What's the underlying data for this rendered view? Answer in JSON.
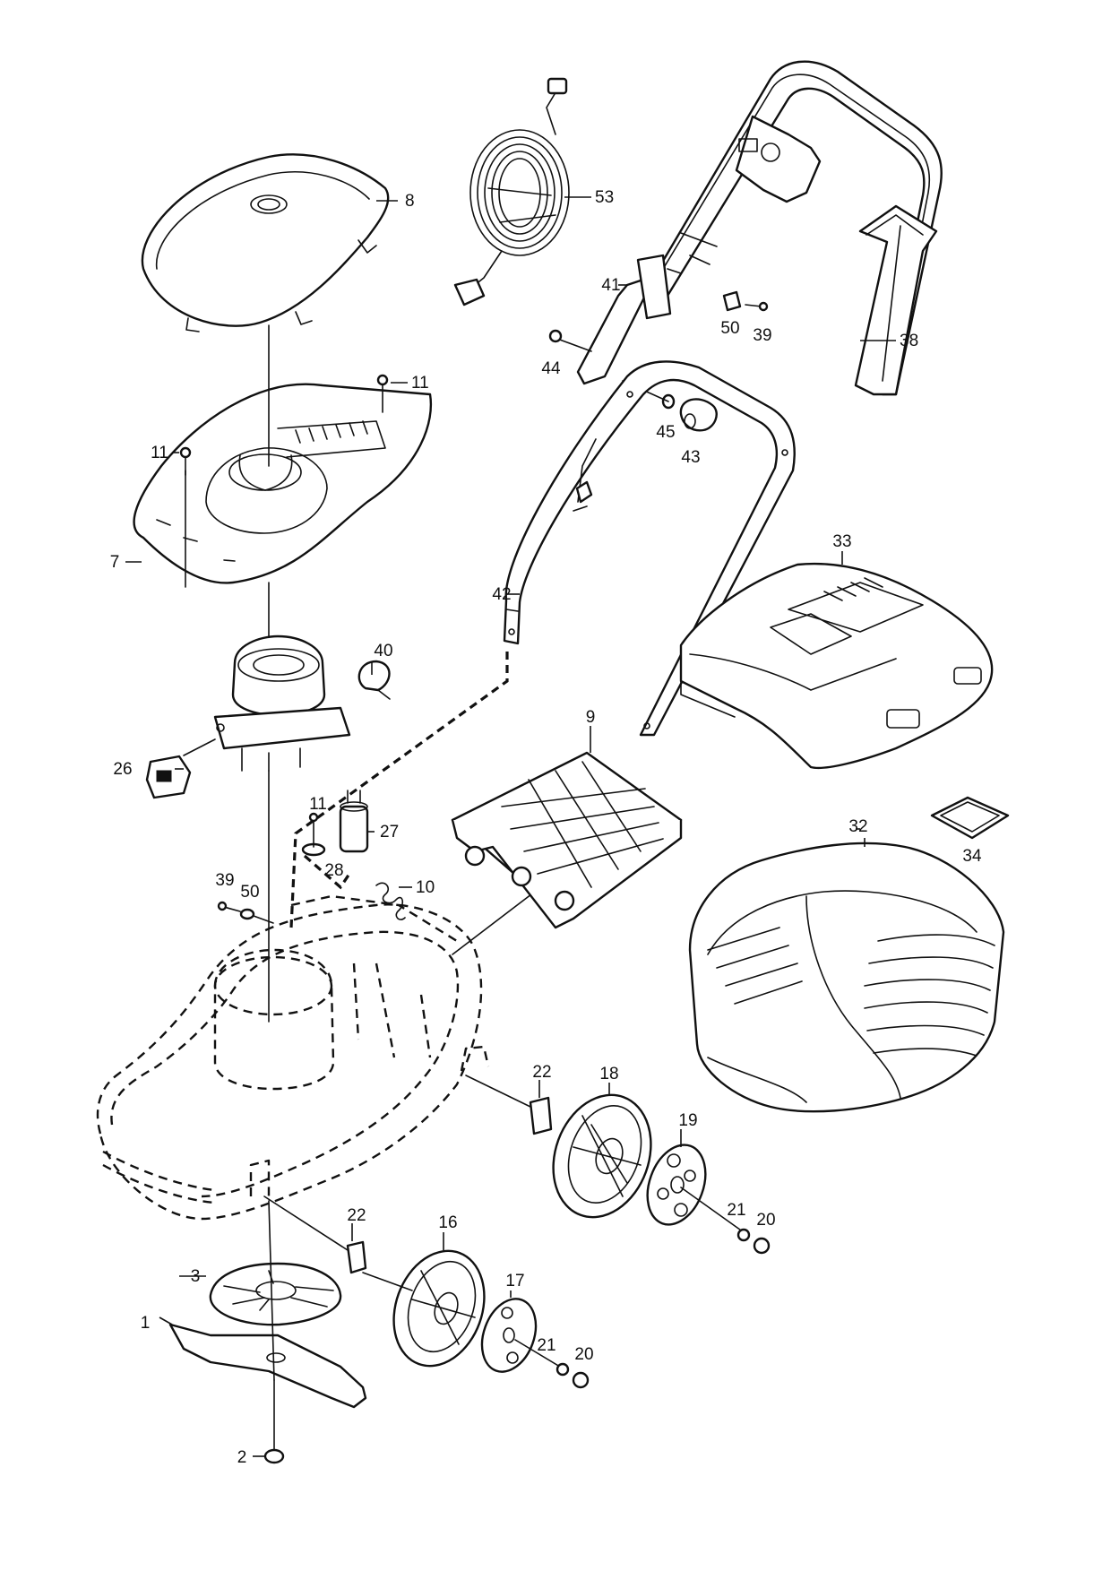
{
  "parts": [
    {
      "num": "1"
    },
    {
      "num": "2"
    },
    {
      "num": "3"
    },
    {
      "num": "7"
    },
    {
      "num": "8"
    },
    {
      "num": "9"
    },
    {
      "num": "10"
    },
    {
      "num": "11"
    },
    {
      "num": "11"
    },
    {
      "num": "11"
    },
    {
      "num": "16"
    },
    {
      "num": "17"
    },
    {
      "num": "18"
    },
    {
      "num": "19"
    },
    {
      "num": "20"
    },
    {
      "num": "20"
    },
    {
      "num": "21"
    },
    {
      "num": "21"
    },
    {
      "num": "22"
    },
    {
      "num": "22"
    },
    {
      "num": "26"
    },
    {
      "num": "27"
    },
    {
      "num": "28"
    },
    {
      "num": "32"
    },
    {
      "num": "33"
    },
    {
      "num": "34"
    },
    {
      "num": "38"
    },
    {
      "num": "39"
    },
    {
      "num": "39"
    },
    {
      "num": "40"
    },
    {
      "num": "41"
    },
    {
      "num": "42"
    },
    {
      "num": "43"
    },
    {
      "num": "44"
    },
    {
      "num": "45"
    },
    {
      "num": "50"
    },
    {
      "num": "50"
    },
    {
      "num": "53"
    }
  ]
}
